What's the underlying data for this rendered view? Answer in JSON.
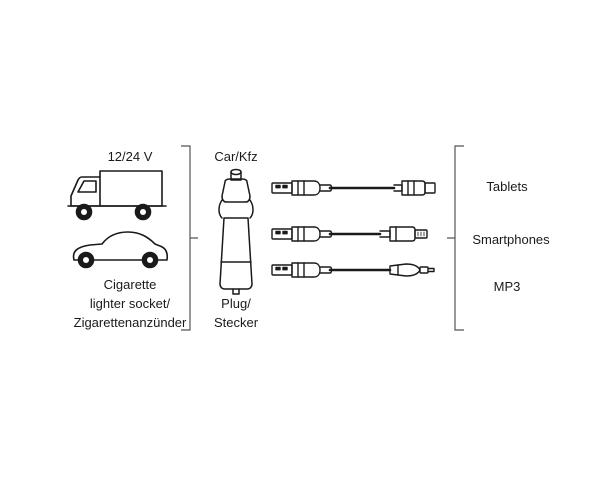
{
  "source": {
    "voltage": "12/24 V",
    "socket_line1": "Cigarette",
    "socket_line2": "lighter socket/",
    "socket_line3": "Zigarettenanzünder",
    "truck_icon": "truck-icon",
    "car_icon": "car-icon"
  },
  "plug": {
    "top_label": "Car/Kfz",
    "bottom_line1": "Plug/",
    "bottom_line2": "Stecker",
    "icon": "car-plug-icon"
  },
  "cables": [
    {
      "connector_icon": "usb-to-wide-dock-connector-icon"
    },
    {
      "connector_icon": "usb-to-lightning-connector-icon"
    },
    {
      "connector_icon": "usb-to-micro-usb-connector-icon"
    }
  ],
  "devices": {
    "tablets": "Tablets",
    "smartphones": "Smartphones",
    "mp3": "MP3"
  },
  "colors": {
    "line": "#1a1a1a",
    "bracket": "#555555",
    "background": "#ffffff"
  }
}
